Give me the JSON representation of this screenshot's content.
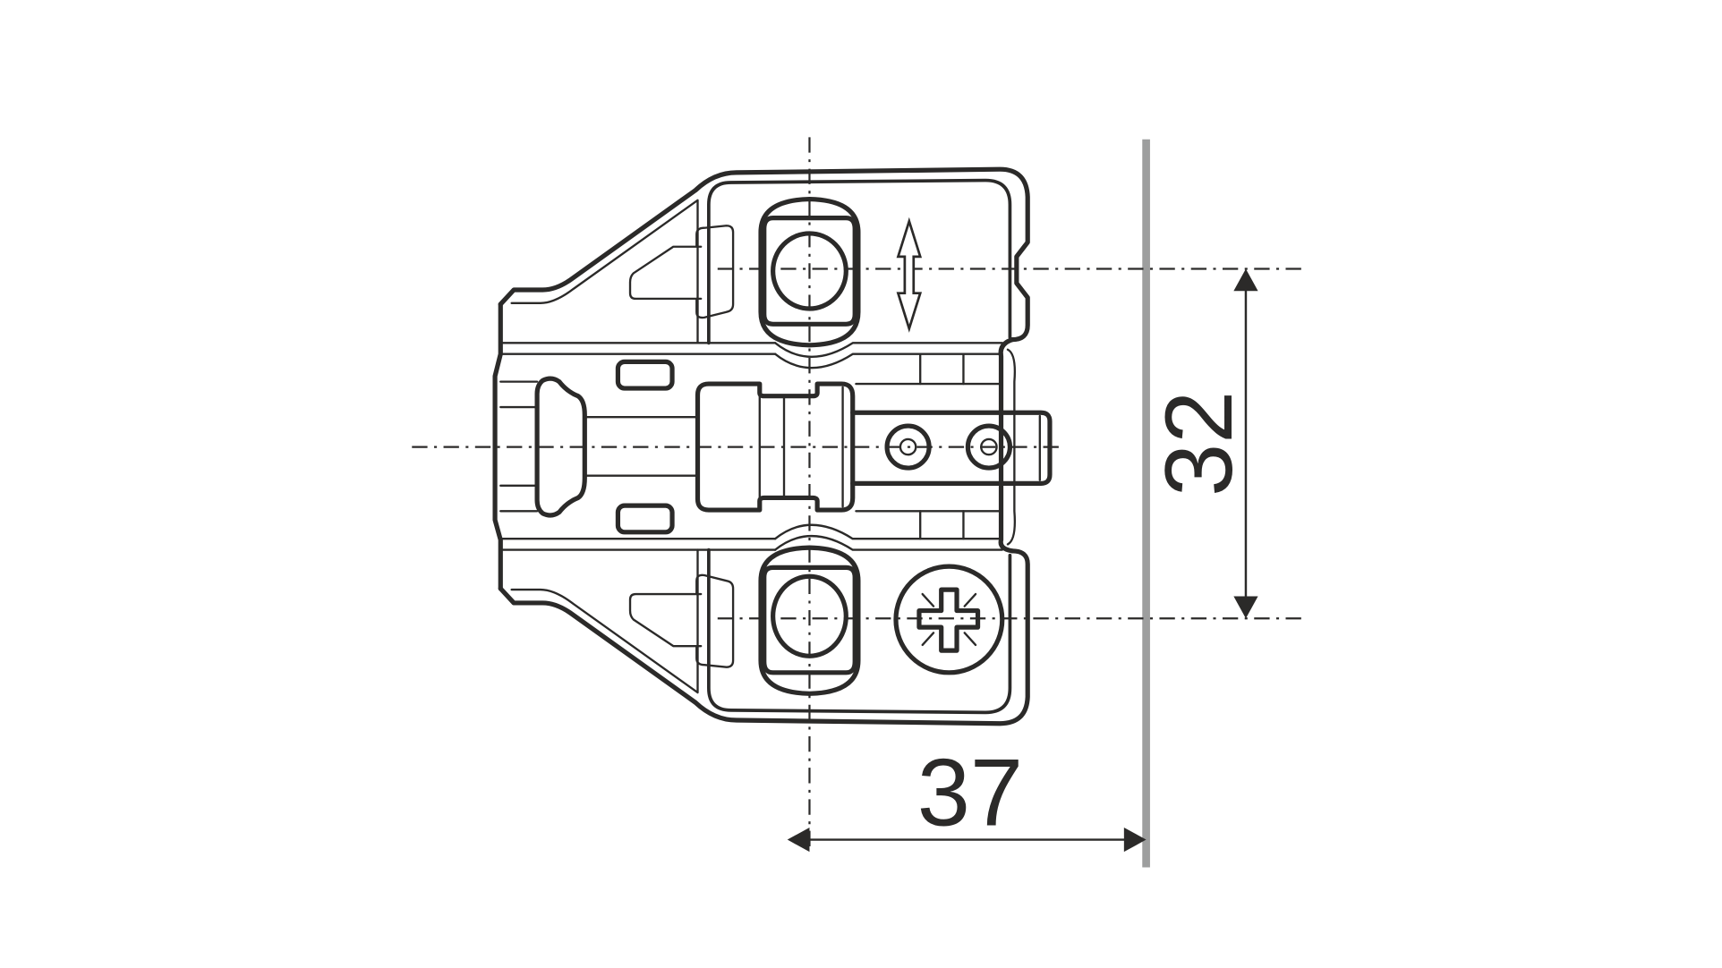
{
  "drawing": {
    "subject": "Hinge mounting plate (top view) with adjustment cam and screw",
    "ink_color": "#2b2a29",
    "wall_line_color": "#9d9e9e",
    "background_color": "#ffffff"
  },
  "dimensions": {
    "vertical": {
      "label": "32",
      "orientation": "rotated-90",
      "between": "top-hole-axis to bottom-hole-axis"
    },
    "horizontal": {
      "label": "37",
      "orientation": "horizontal",
      "between": "hole-centerline to cabinet-wall"
    }
  },
  "symbols": {
    "adjustment_arrow": "double-headed-vertical-arrow",
    "screw_head": "pozidriv-cross-screw",
    "cam_screws": [
      "small-eccentric-screw-1",
      "small-eccentric-screw-2"
    ]
  }
}
